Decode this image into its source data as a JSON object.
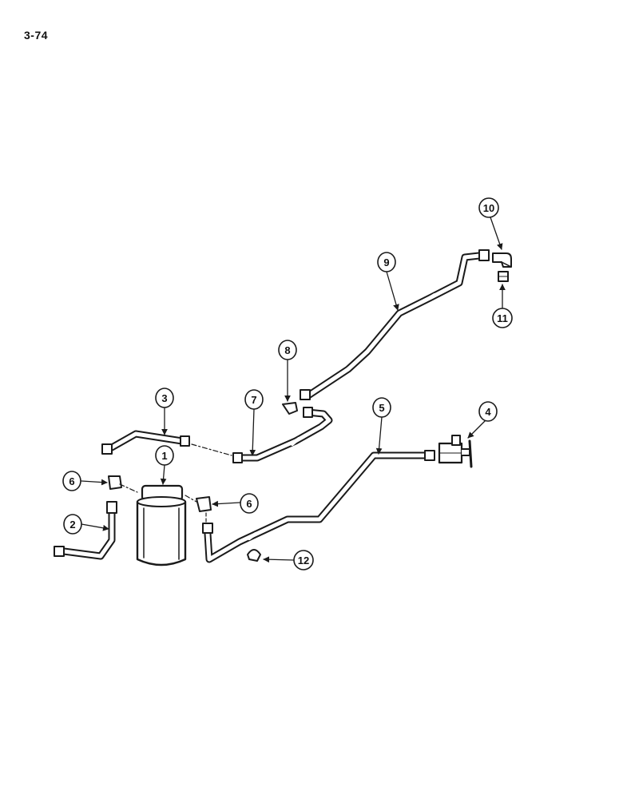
{
  "page": {
    "number": "3-74"
  },
  "callouts": [
    "1",
    "2",
    "3",
    "4",
    "5",
    "6",
    "6",
    "7",
    "8",
    "9",
    "10",
    "11",
    "12"
  ],
  "colors": {
    "line": "#1a1a1a",
    "paper": "#ffffff"
  }
}
